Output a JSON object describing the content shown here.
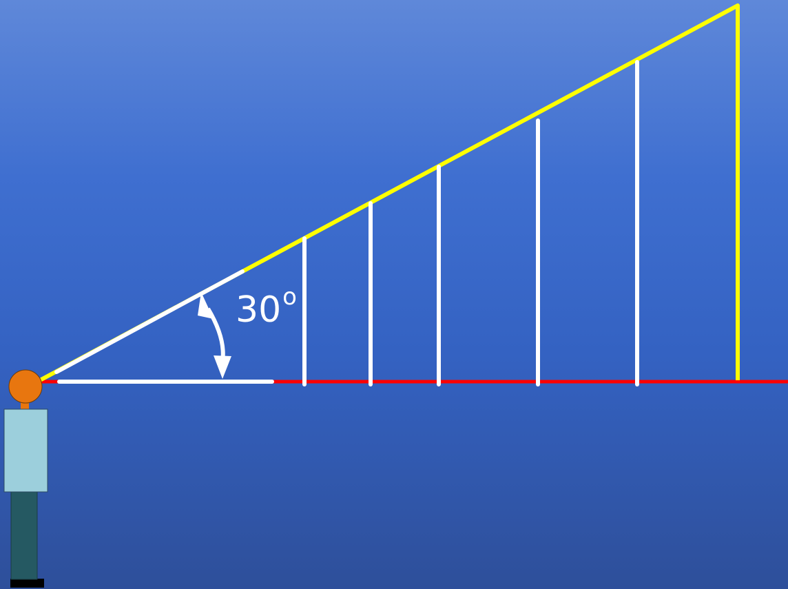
{
  "angle": {
    "value": "30",
    "unit_glyph": "o"
  },
  "colors": {
    "hypotenuse": "#ffff00",
    "ground": "#ff0000",
    "markers": "#ffffff",
    "head": "#e8760f",
    "torso": "#9ccfdc",
    "legs": "#255962",
    "feet": "#000000"
  },
  "icons": [
    "person-figure",
    "double-headed-arc-arrow-icon"
  ]
}
